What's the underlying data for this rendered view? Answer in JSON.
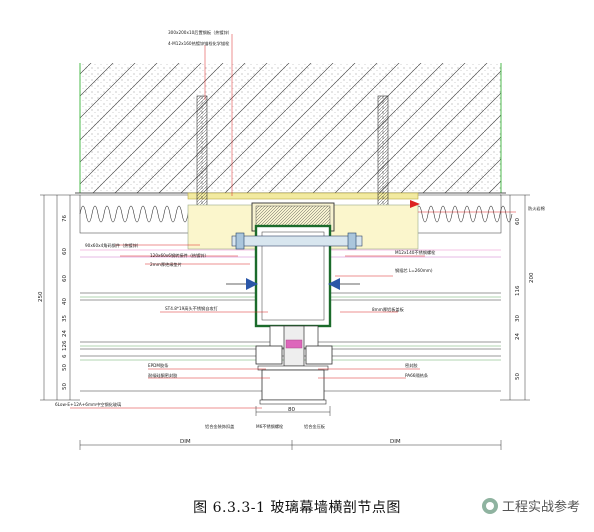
{
  "caption": "图 6.3.3-1 玻璃幕墙横剖节点图",
  "watermark": "工程实战参考",
  "callouts": {
    "embed_plate": "300x200x10后置钢板（热镀锌）",
    "anchor_bolt": "4-M12x160热镀锌锚栓化学锚栓",
    "angle_steel": "90x60x4角码钢件（热镀锌）",
    "tube_steel": "120x60x6钢转接件（热镀锌）",
    "isolation_pad": "2mm厚绝缘垫片",
    "bolt_m12": "M12x140不锈钢螺栓",
    "steel_tube_len": "钢插芯 L=260mm)",
    "self_tap": "ST4.8*19高头不锈钢自攻钉",
    "gasket_8mm": "8mm厚铝板盖板",
    "epdm": "EPDM胶条",
    "pad_glass": "耐候硅酮密封胶",
    "sealant": "密封胶",
    "pa66": "PA66隔热条",
    "glass": "6Low-E+12A+6mm中空钢化玻璃",
    "al_cover": "铝合金装饰扣盖",
    "m6_bolt": "M6不锈钢螺栓",
    "al_plate": "铝合金压板",
    "firestop": "防火岩棉"
  },
  "dims": {
    "left_col": [
      "76",
      "60",
      "60",
      "40",
      "35",
      "24",
      "6",
      "12",
      "6",
      "50",
      "50"
    ],
    "left_total": "250",
    "left_inner": [
      "76",
      "60",
      "60",
      "40",
      "35",
      "24",
      "6|12|6",
      "50",
      "50"
    ],
    "right_col": [
      "60",
      "116",
      "30",
      "24",
      "50"
    ],
    "right_total": "200",
    "bottom_mullion": "80",
    "span_left": "DIM",
    "span_right": "DIM"
  }
}
